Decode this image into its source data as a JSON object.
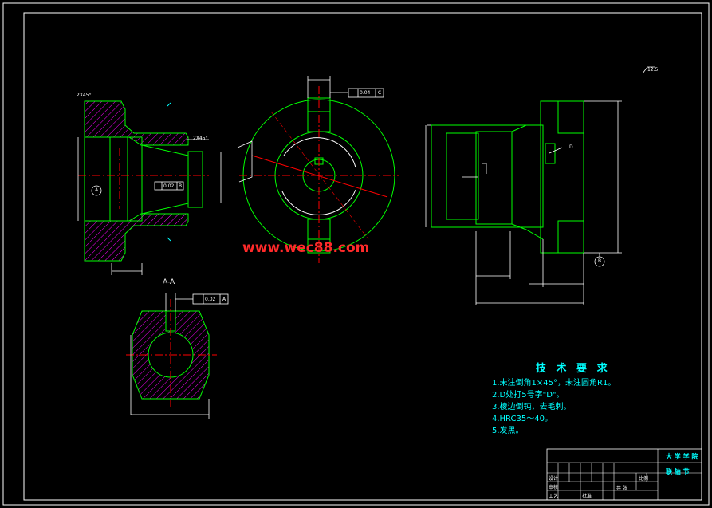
{
  "section_label": "A-A",
  "watermark": "www.wec88.com",
  "tech_title": "技 术 要 求",
  "tech_requirements": [
    "1.未注倒角1×45°，未注圆角R1。",
    "2.D处打5号字\"D\"。",
    "3.棱边倒钝，去毛刺。",
    "4.HRC35～40。",
    "5.发黑。"
  ],
  "tolerances": {
    "flatness_top": "0.04",
    "datum_top": "C",
    "tol_left": "0.02",
    "datum_left": "B",
    "tol_section": "0.02",
    "datum_section": "A"
  },
  "dims": {
    "chamfer_top": "2X45°",
    "chamfer_right": "2X45°",
    "datum_a": "A",
    "datum_b": "B",
    "datum_d": "D",
    "ra": "12.5"
  },
  "title_block": {
    "school": "大 学 学 院",
    "part_name": "联 轴 节",
    "scale_label": "比例",
    "sheet_label": "共 张",
    "design_label": "设计",
    "check_label": "审核",
    "process_label": "工艺",
    "approve_label": "批准"
  },
  "colors": {
    "background": "#000000",
    "outline": "#00ff00",
    "dimension": "#ffffff",
    "centerline": "#ff0000",
    "hatch": "#ff00ff",
    "note_text": "#00ffff"
  }
}
